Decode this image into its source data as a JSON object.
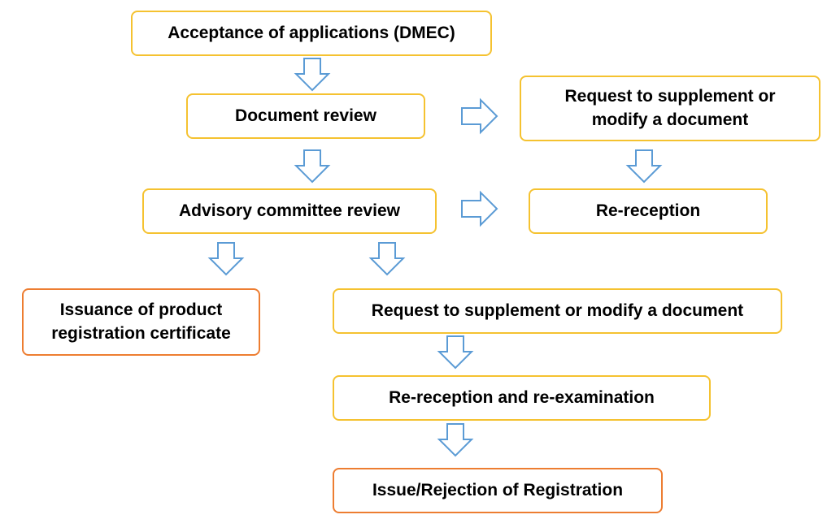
{
  "nodes": {
    "acceptance": "Acceptance of applications (DMEC)",
    "document_review": "Document review",
    "request_supplement_top": "Request to supplement or\nmodify a document",
    "advisory_review": "Advisory committee review",
    "re_reception": "Re-reception",
    "issuance_certificate": "Issuance of product\nregistration certificate",
    "request_supplement_bottom": "Request to supplement or modify a document",
    "re_reception_reexam": "Re-reception and re-examination",
    "issue_rejection": "Issue/Rejection of Registration"
  },
  "colors": {
    "process_border": "#f5c230",
    "outcome_border": "#ed7d31",
    "arrow_stroke": "#5b9bd5",
    "text": "#000000"
  }
}
